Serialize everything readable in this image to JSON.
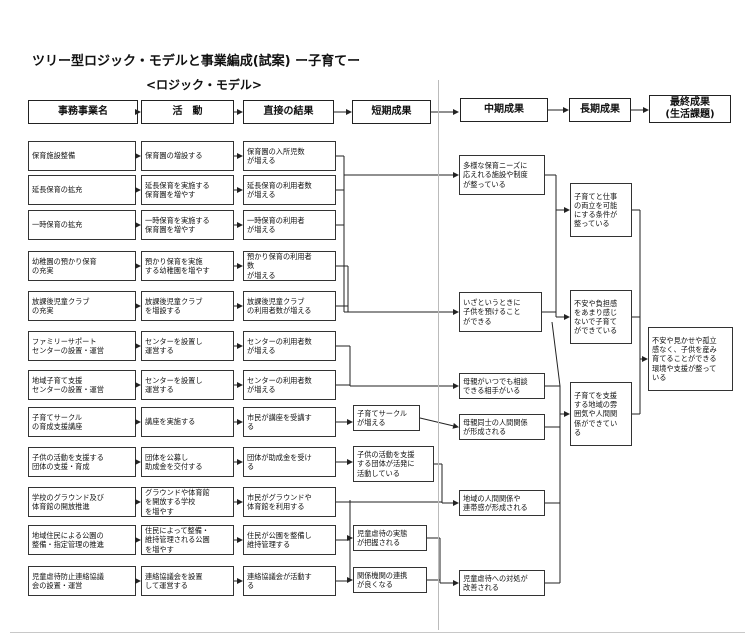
{
  "title": "ツリー型ロジック・モデルと事業編成(試案) ー子育てー",
  "subtitle": "<ロジック・モデル>",
  "headers": {
    "col1": "事務事業名",
    "col2": "活　動",
    "col3": "直接の結果",
    "col4": "短期成果",
    "col5": "中期成果",
    "col6": "長期成果",
    "col7_line1": "最終成果",
    "col7_line2": "(生活課題)"
  },
  "rows": [
    {
      "name": "保育施設整備",
      "activity": "保育園の増設する",
      "result": "保育園の入所児数\nが増える"
    },
    {
      "name": "延長保育の拡充",
      "activity": "延長保育を実施する\n保育園を増やす",
      "result": "延長保育の利用者数\nが増える"
    },
    {
      "name": "一時保育の拡充",
      "activity": "一時保育を実施する\n保育園を増やす",
      "result": "一時保育の利用者\nが増える"
    },
    {
      "name": "幼稚園の預かり保育\nの充実",
      "activity": "預かり保育を実施\nする幼稚園を増やす",
      "result": "預かり保育の利用者\n数\nが増える"
    },
    {
      "name": "放課後児童クラブ\nの充実",
      "activity": "放課後児童クラブ\nを増設する",
      "result": "放課後児童クラブ\nの利用者数が増える"
    },
    {
      "name": "ファミリーサポート\nセンターの設置・運営",
      "activity": "センターを設置し\n運営する",
      "result": "センターの利用者数\nが増える"
    },
    {
      "name": "地域子育て支援\nセンターの設置・運営",
      "activity": "センターを設置し\n運営する",
      "result": "センターの利用者数\nが増える"
    },
    {
      "name": "子育てサークル\nの育成支援講座",
      "activity": "講座を実施する",
      "result": "市民が講座を受講す\nる"
    },
    {
      "name": "子供の活動を支援する\n団体の支援・育成",
      "activity": "団体を公募し\n助成金を交付する",
      "result": "団体が助成金を受け\nる"
    },
    {
      "name": "学校のグラウンド及び\n体育館の開放推進",
      "activity": "グラウンドや体育館\nを開放する学校\nを増やす",
      "result": "市民がグラウンドや\n体育館を利用する"
    },
    {
      "name": "地域住民による公園の\n整備・指定管理の推進",
      "activity": "住民によって整備・\n維持管理される公園\nを増やす",
      "result": "住民が公園を整備し\n維持管理する"
    },
    {
      "name": "児童虐待防止連絡協議\n会の設置・運営",
      "activity": "連絡協議会を設置\nして運営する",
      "result": "連絡協議会が活動す\nる"
    }
  ],
  "short_term": [
    "子育てサークル\nが増える",
    "子供の活動を支援\nする団体が活発に\n活動している",
    "児童虐待の実態\nが把握される",
    "関係機関の連携\nが良くなる"
  ],
  "mid_term": [
    "多様な保育ニーズに\n応えれる施設や制度\nが整っている",
    "いざというときに\n子供を預けること\nができる",
    "母親がいつでも相談\nできる相手がいる",
    "母親同士の人間関係\nが形成される",
    "地域の人間関係や\n連帯感が形成される",
    "児童虐待への対処が\n改善される"
  ],
  "long_term": [
    "子育てと仕事\nの両立を可能\nにする条件が\n整っている",
    "不安や負担感\nをあまり感じ\nないで子育て\nができている",
    "子育てを支援\nする地域の雰\n囲気や人間関\n係ができてい\nる"
  ],
  "final": "不安や見かせや孤立\n感なく、子供を産み\n育てることができる\n環境や支援が整って\nいる"
}
